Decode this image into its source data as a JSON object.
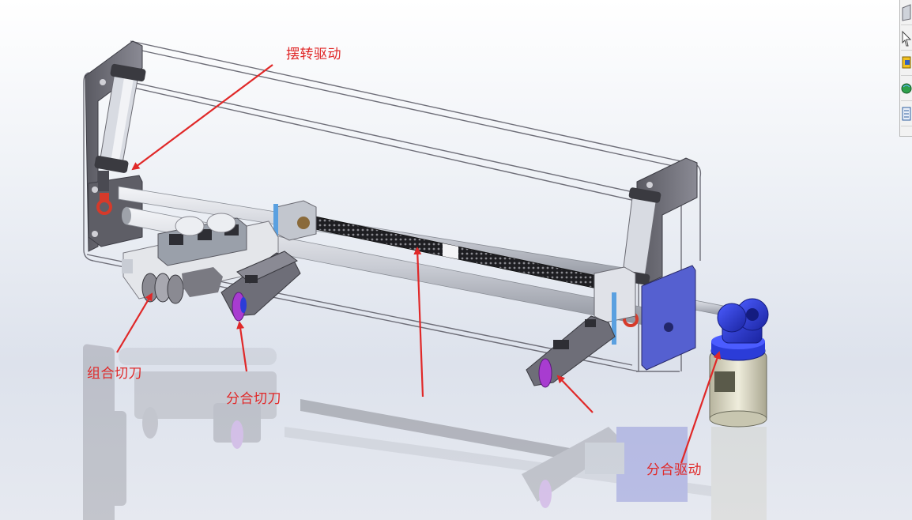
{
  "callouts": {
    "swing_drive": "摆转驱动",
    "combined_cutter": "组合切刀",
    "split_cutter": "分合切刀",
    "split_drive": "分合驱动"
  },
  "colors": {
    "callout": "#e02828",
    "frame": "#6e6e78",
    "plate": "#6a6a72",
    "shaft": "#c8cbd2",
    "screw": "#2a2a2e",
    "motor_blue": "#2b3cd8",
    "motor_body": "#d8d6c4",
    "cylinder_red": "#d63a2a",
    "blade_purple": "#a83cd0"
  },
  "toolbar": {
    "icons": [
      "view-cube-icon",
      "select-icon",
      "appearance-icon",
      "scene-globe-icon",
      "properties-icon"
    ]
  }
}
